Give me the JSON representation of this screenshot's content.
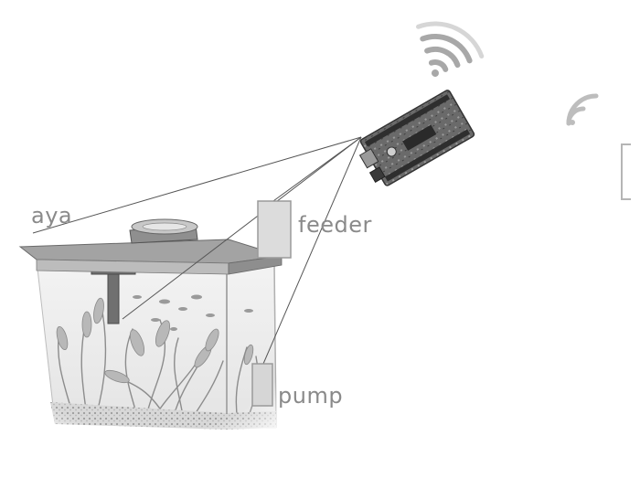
{
  "labels": {
    "left": "aya",
    "feeder": "feeder",
    "pump": "pump"
  },
  "colors": {
    "line": "#555555",
    "module_fill": "#dcdcdc",
    "module_stroke": "#9a9a9a",
    "label": "#8a8a8a",
    "board": "#5c5c5c"
  },
  "icons": [
    "wifi-icon",
    "wifi-icon-partial",
    "arduino-board",
    "aquarium-tank"
  ]
}
